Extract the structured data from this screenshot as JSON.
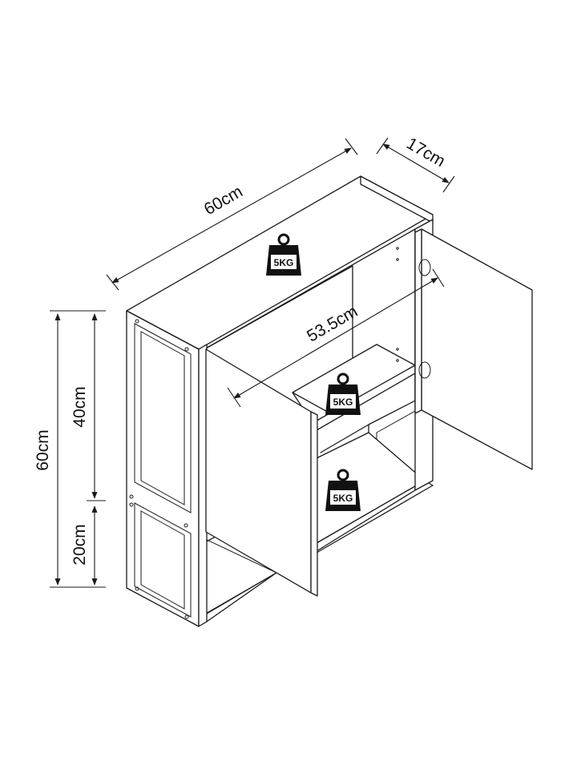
{
  "dimensions": {
    "width": "60cm",
    "depth": "17cm",
    "inner_width": "53.5cm",
    "height_total": "60cm",
    "height_upper": "40cm",
    "height_lower": "20cm"
  },
  "load_labels": {
    "top": "5KG",
    "middle_shelf": "5KG",
    "bottom_shelf": "5KG"
  }
}
